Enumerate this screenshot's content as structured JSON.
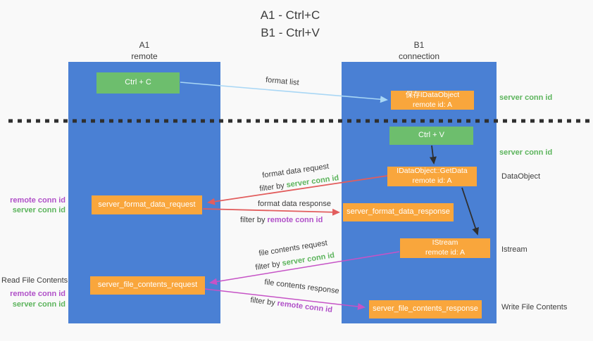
{
  "colors": {
    "background": "#f9f9f9",
    "column_blue": "#4a80d4",
    "box_green": "#6dbe6d",
    "box_orange": "#f9a63c",
    "text_dark": "#3c3c3c",
    "text_green": "#5cb45c",
    "text_purple": "#b050c8",
    "arrow_blue": "#a9d7f5",
    "arrow_red": "#e25d5d",
    "arrow_magenta": "#c653c6",
    "arrow_black": "#2f2f2f"
  },
  "title": {
    "line1": "A1 - Ctrl+C",
    "line2": "B1 - Ctrl+V"
  },
  "columns": {
    "left": {
      "name": "A1",
      "role": "remote"
    },
    "right": {
      "name": "B1",
      "role": "connection"
    }
  },
  "boxes": {
    "ctrl_c": {
      "label": "Ctrl + C"
    },
    "ctrl_v": {
      "label": "Ctrl + V"
    },
    "save_dataobject": {
      "line1": "保存IDataObject",
      "line2": "remote id: A"
    },
    "getdata": {
      "line1": "IDataObject::GetData",
      "line2": "remote id: A"
    },
    "istream": {
      "line1": "IStream",
      "line2": "remote id: A"
    },
    "format_request": {
      "label": "server_format_data_request"
    },
    "format_response": {
      "label": "server_format_data_response"
    },
    "file_request": {
      "label": "server_file_contents_request"
    },
    "file_response": {
      "label": "server_file_contents_response"
    }
  },
  "flow_labels": {
    "format_list": "format list",
    "format_data_request": "format data request",
    "format_data_response": "format data response",
    "file_contents_request": "file contents request",
    "file_contents_response": "file contents response",
    "filter_by": "filter by",
    "server_conn_id": "server conn id",
    "remote_conn_id": "remote conn id"
  },
  "side_labels": {
    "server_conn_id_top": "server conn id",
    "server_conn_id_mid": "server conn id",
    "dataobject": "DataObject",
    "istream": "Istream",
    "write_file_contents": "Write File Contents",
    "read_file_contents": "Read File Contents",
    "remote_conn_id": "remote conn id",
    "server_conn_id": "server conn id"
  }
}
